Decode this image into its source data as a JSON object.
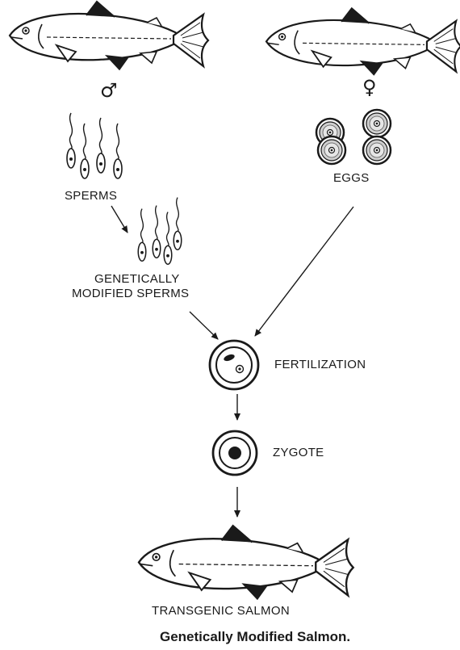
{
  "diagram": {
    "male_symbol": "♂",
    "female_symbol": "♀",
    "labels": {
      "sperms": "SPERMS",
      "eggs": "EGGS",
      "gm_sperms_line1": "GENETICALLY",
      "gm_sperms_line2": "MODIFIED SPERMS",
      "fertilization": "FERTILIZATION",
      "zygote": "ZYGOTE",
      "transgenic": "TRANSGENIC SALMON"
    },
    "caption": "Genetically Modified Salmon.",
    "icons": [
      "male-salmon-icon",
      "female-salmon-icon",
      "sperm-icon",
      "egg-icon",
      "fertilized-egg-icon",
      "zygote-icon",
      "transgenic-salmon-icon",
      "arrow-icon"
    ],
    "colors": {
      "ink": "#1a1a1a",
      "background": "#ffffff"
    }
  }
}
